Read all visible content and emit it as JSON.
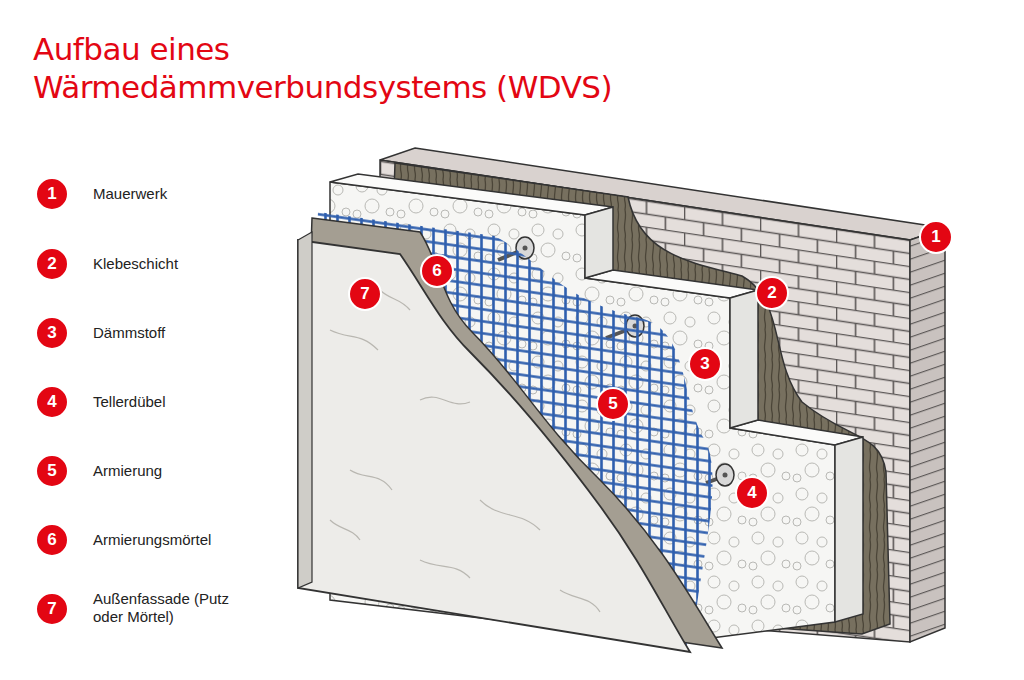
{
  "diagram": {
    "title": "Aufbau eines Wärmedämmverbundsystems (WDVS)",
    "nodes": [
      {
        "text": [
          "1",
          "Mauerwerk"
        ]
      },
      {
        "text": [
          "2",
          "Klebeschicht"
        ]
      },
      {
        "text": [
          "3",
          "Dämmstoff"
        ]
      },
      {
        "text": [
          "4",
          "Tellerdübel"
        ]
      },
      {
        "text": [
          "5",
          "Armierung"
        ]
      },
      {
        "text": [
          "6",
          "Armierungsmörtel"
        ]
      },
      {
        "text": [
          "7",
          "Außenfassade (Putz oder Mörtel)"
        ]
      },
      {
        "text": [
          "1"
        ]
      },
      {
        "text": [
          "2"
        ]
      },
      {
        "text": [
          "3"
        ]
      },
      {
        "text": [
          "4"
        ]
      },
      {
        "text": [
          "5"
        ]
      },
      {
        "text": [
          "6"
        ]
      },
      {
        "text": [
          "7"
        ]
      }
    ]
  }
}
